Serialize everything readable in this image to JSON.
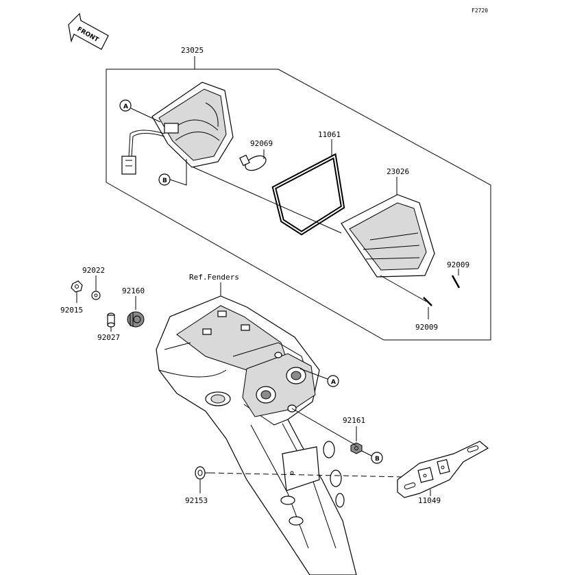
{
  "figure_code": "F2720",
  "front_arrow_label": "FRONT",
  "callouts": {
    "a": "A",
    "b": "B"
  },
  "parts": {
    "p23025": "23025",
    "p92069": "92069",
    "p11061": "11061",
    "p23026": "23026",
    "p92009_upper": "92009",
    "p92009_lower": "92009",
    "p92022": "92022",
    "p92015": "92015",
    "p92160": "92160",
    "p92027": "92027",
    "ref_fenders": "Ref.Fenders",
    "p92161": "92161",
    "p92153": "92153",
    "p11049": "11049"
  }
}
